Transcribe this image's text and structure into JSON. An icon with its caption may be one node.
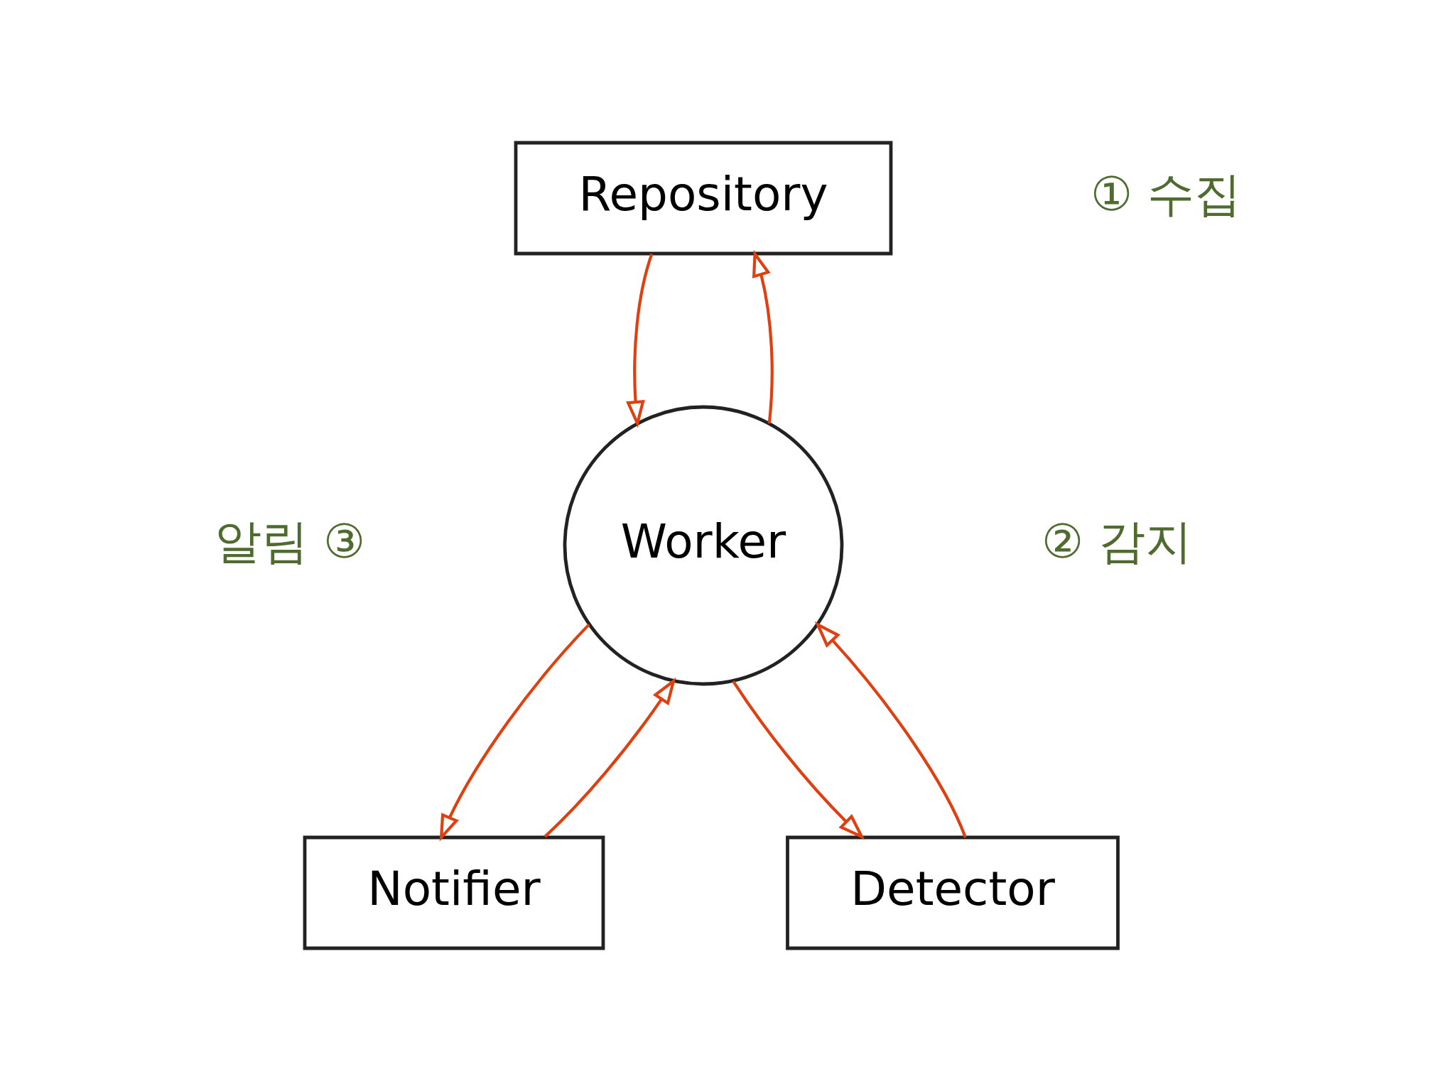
{
  "diagram": {
    "nodes": [
      {
        "text": [
          "Repository"
        ]
      },
      {
        "text": [
          "Worker"
        ]
      },
      {
        "text": [
          "Notifier"
        ]
      },
      {
        "text": [
          "Detector"
        ]
      }
    ],
    "edges": [
      {
        "from": 1,
        "to": 0,
        "arrow": "to"
      },
      {
        "from": 0,
        "to": 1,
        "arrow": "to"
      },
      {
        "from": 1,
        "to": 3,
        "arrow": "to"
      },
      {
        "from": 3,
        "to": 1,
        "arrow": "to"
      },
      {
        "from": 2,
        "to": 1,
        "arrow": "to"
      },
      {
        "from": 1,
        "to": 2,
        "arrow": "to"
      }
    ],
    "labels": [
      "① 수집",
      "알림 ③",
      "② 감지"
    ]
  }
}
